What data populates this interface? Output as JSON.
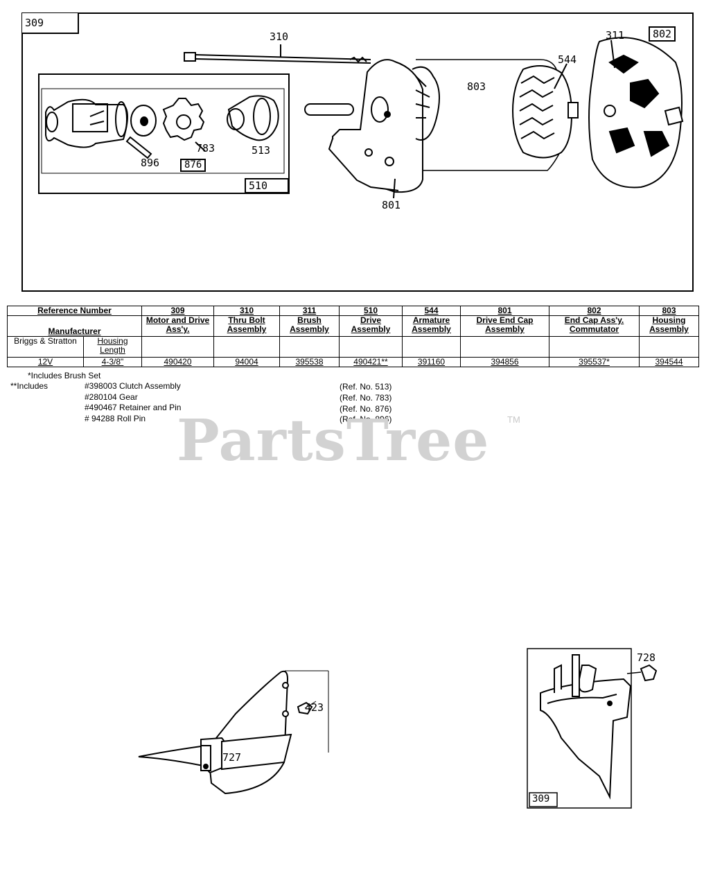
{
  "diagram": {
    "callouts": {
      "box_309": "309",
      "c310": "310",
      "c311": "311",
      "box_802": "802",
      "c544": "544",
      "c803": "803",
      "c896": "896",
      "box_876": "876",
      "c783": "783",
      "c513": "513",
      "box_510": "510",
      "c801": "801",
      "c423": "423",
      "c727": "727",
      "c728": "728",
      "box_309_bottom": "309"
    }
  },
  "table": {
    "header": {
      "ref_label": "Reference Number",
      "manufacturer_label": "Manufacturer",
      "mfr_col": "Briggs & Stratton",
      "housing_col": "Housing Length",
      "mfr_value": "12V",
      "housing_value": "4-3/8\""
    },
    "columns": [
      {
        "ref": "309",
        "desc": "Motor and Drive Ass'y.",
        "part": "490420"
      },
      {
        "ref": "310",
        "desc": "Thru Bolt Assembly",
        "part": "94004"
      },
      {
        "ref": "311",
        "desc": "Brush Assembly",
        "part": "395538"
      },
      {
        "ref": "510",
        "desc": "Drive Assembly",
        "part": "490421**"
      },
      {
        "ref": "544",
        "desc": "Armature Assembly",
        "part": "391160"
      },
      {
        "ref": "801",
        "desc": "Drive End Cap Assembly",
        "part": "394856"
      },
      {
        "ref": "802",
        "desc": "End Cap Ass'y. Commutator",
        "part": "395537*"
      },
      {
        "ref": "803",
        "desc": "Housing Assembly",
        "part": "394544"
      }
    ]
  },
  "notes": {
    "brush": "*Includes Brush Set",
    "includes_label": "**Includes",
    "items": [
      {
        "part": "#398003 Clutch Assembly",
        "ref": "(Ref. No. 513)"
      },
      {
        "part": "#280104 Gear",
        "ref": "(Ref. No. 783)"
      },
      {
        "part": "#490467 Retainer and Pin",
        "ref": "(Ref. No. 876)"
      },
      {
        "part": "# 94288 Roll Pin",
        "ref": "(Ref. No. 896)"
      }
    ]
  },
  "watermark": {
    "text": "PartsTree",
    "tm": "TM"
  }
}
